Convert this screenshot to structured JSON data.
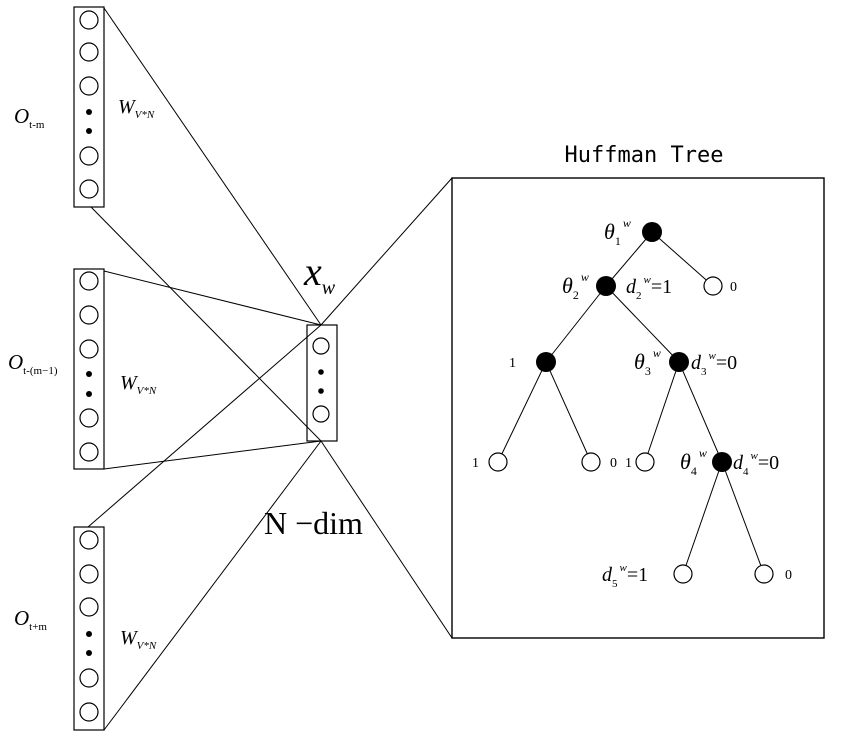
{
  "inputs": [
    {
      "o_base": "O",
      "o_sub": "t-m",
      "w_base": "W",
      "w_sub": "V*N"
    },
    {
      "o_base": "O",
      "o_sub": "t-(m−1)",
      "w_base": "W",
      "w_sub": "V*N"
    },
    {
      "o_base": "O",
      "o_sub": "t+m",
      "w_base": "W",
      "w_sub": "V*N"
    }
  ],
  "projection": {
    "x_base": "X",
    "x_sub": "w",
    "dim_label": "N −dim"
  },
  "tree": {
    "title": "Huffman Tree",
    "labels": {
      "theta1": {
        "base": "θ",
        "sub": "1",
        "sup": "w"
      },
      "theta2": {
        "base": "θ",
        "sub": "2",
        "sup": "w"
      },
      "theta3": {
        "base": "θ",
        "sub": "3",
        "sup": "w"
      },
      "theta4": {
        "base": "θ",
        "sub": "4",
        "sup": "w"
      },
      "d2": {
        "base": "d",
        "sub": "2",
        "sup": "w",
        "eq": "=1"
      },
      "d3": {
        "base": "d",
        "sub": "3",
        "sup": "w",
        "eq": "=0"
      },
      "d4": {
        "base": "d",
        "sub": "4",
        "sup": "w",
        "eq": "=0"
      },
      "d5": {
        "base": "d",
        "sub": "5",
        "sup": "w",
        "eq": "=1"
      }
    },
    "leaf_labels": {
      "n1_right": "0",
      "a_left": "1",
      "leaf_ll": "1",
      "leaf_lr": "0",
      "leaf_ml": "1",
      "leaf_d5_right": "0"
    }
  }
}
